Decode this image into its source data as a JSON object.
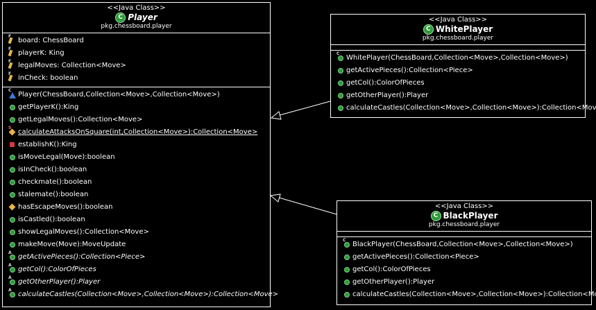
{
  "classes": {
    "player": {
      "stereotype": "<<Java Class>>",
      "name": "Player",
      "package": "pkg.chessboard.player",
      "fields": [
        {
          "text": "board: ChessBoard",
          "icon": "field-icon",
          "badge": "F"
        },
        {
          "text": "playerK: King",
          "icon": "field-icon",
          "badge": "F"
        },
        {
          "text": "legalMoves: Collection<Move>",
          "icon": "field-icon",
          "badge": "F"
        },
        {
          "text": "inCheck: boolean",
          "icon": "field-icon",
          "badge": "F"
        }
      ],
      "methods": [
        {
          "text": "Player(ChessBoard,Collection<Move>,Collection<Move>)",
          "icon": "protected-constructor-icon",
          "badge": "C"
        },
        {
          "text": "getPlayerK():King",
          "icon": "public-method-icon"
        },
        {
          "text": "getLegalMoves():Collection<Move>",
          "icon": "public-method-icon"
        },
        {
          "text": "calculateAttacksOnSquare(int,Collection<Move>):Collection<Move>",
          "icon": "static-method-icon",
          "badge": "S"
        },
        {
          "text": "establishK():King",
          "icon": "private-method-icon"
        },
        {
          "text": "isMoveLegal(Move):boolean",
          "icon": "public-method-icon"
        },
        {
          "text": "isInCheck():boolean",
          "icon": "public-method-icon"
        },
        {
          "text": "checkmate():boolean",
          "icon": "public-method-icon"
        },
        {
          "text": "stalemate():boolean",
          "icon": "public-method-icon"
        },
        {
          "text": "hasEscapeMoves():boolean",
          "icon": "protected-method-icon"
        },
        {
          "text": "isCastled():boolean",
          "icon": "public-method-icon"
        },
        {
          "text": "showLegalMoves():Collection<Move>",
          "icon": "public-method-icon"
        },
        {
          "text": "makeMove(Move):MoveUpdate",
          "icon": "public-method-icon"
        },
        {
          "text": "getActivePieces():Collection<Piece>",
          "icon": "abstract-method-icon",
          "badge": "A"
        },
        {
          "text": "getCol():ColorOfPieces",
          "icon": "abstract-method-icon",
          "badge": "A"
        },
        {
          "text": "getOtherPlayer():Player",
          "icon": "abstract-method-icon",
          "badge": "A"
        },
        {
          "text": "calculateCastles(Collection<Move>,Collection<Move>):Collection<Move>",
          "icon": "abstract-method-icon",
          "badge": "A"
        }
      ]
    },
    "white": {
      "stereotype": "<<Java Class>>",
      "name": "WhitePlayer",
      "package": "pkg.chessboard.player",
      "methods": [
        {
          "text": "WhitePlayer(ChessBoard,Collection<Move>,Collection<Move>)",
          "icon": "constructor-icon",
          "badge": "C"
        },
        {
          "text": "getActivePieces():Collection<Piece>",
          "icon": "public-method-icon"
        },
        {
          "text": "getCol():ColorOfPieces",
          "icon": "public-method-icon"
        },
        {
          "text": "getOtherPlayer():Player",
          "icon": "public-method-icon"
        },
        {
          "text": "calculateCastles(Collection<Move>,Collection<Move>):Collection<Move>",
          "icon": "public-method-icon"
        }
      ]
    },
    "black": {
      "stereotype": "<<Java Class>>",
      "name": "BlackPlayer",
      "package": "pkg.chessboard.player",
      "methods": [
        {
          "text": "BlackPlayer(ChessBoard,Collection<Move>,Collection<Move>)",
          "icon": "constructor-icon",
          "badge": "C"
        },
        {
          "text": "getActivePieces():Collection<Piece>",
          "icon": "public-method-icon"
        },
        {
          "text": "getCol():ColorOfPieces",
          "icon": "public-method-icon"
        },
        {
          "text": "getOtherPlayer():Player",
          "icon": "public-method-icon"
        },
        {
          "text": "calculateCastles(Collection<Move>,Collection<Move>):Collection<Move>",
          "icon": "public-method-icon"
        }
      ]
    }
  },
  "relations": [
    {
      "from": "white",
      "to": "player",
      "type": "generalization"
    },
    {
      "from": "black",
      "to": "player",
      "type": "generalization"
    }
  ],
  "colors": {
    "background": "#000000",
    "line": "#ffffff",
    "class_icon": "#2f9a3a",
    "public": "#2f9a3a",
    "private": "#d63a3a",
    "protected": "#e9b34a",
    "constructor": "#3b7bd6"
  }
}
